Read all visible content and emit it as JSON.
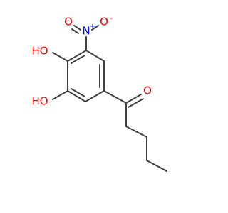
{
  "molecule": {
    "labels": {
      "nitro_n": "N",
      "nitro_o_left": "O",
      "nitro_o_right": "O",
      "nitro_n_charge": "+",
      "nitro_o_charge": "-",
      "hydroxyl_top": "HO",
      "hydroxyl_bottom": "HO",
      "ketone_o": "O"
    },
    "colors": {
      "bond": "#404040",
      "oxygen": "#ff0000",
      "nitrogen": "#0000ff",
      "hydroxyl_h": "#404040"
    }
  }
}
